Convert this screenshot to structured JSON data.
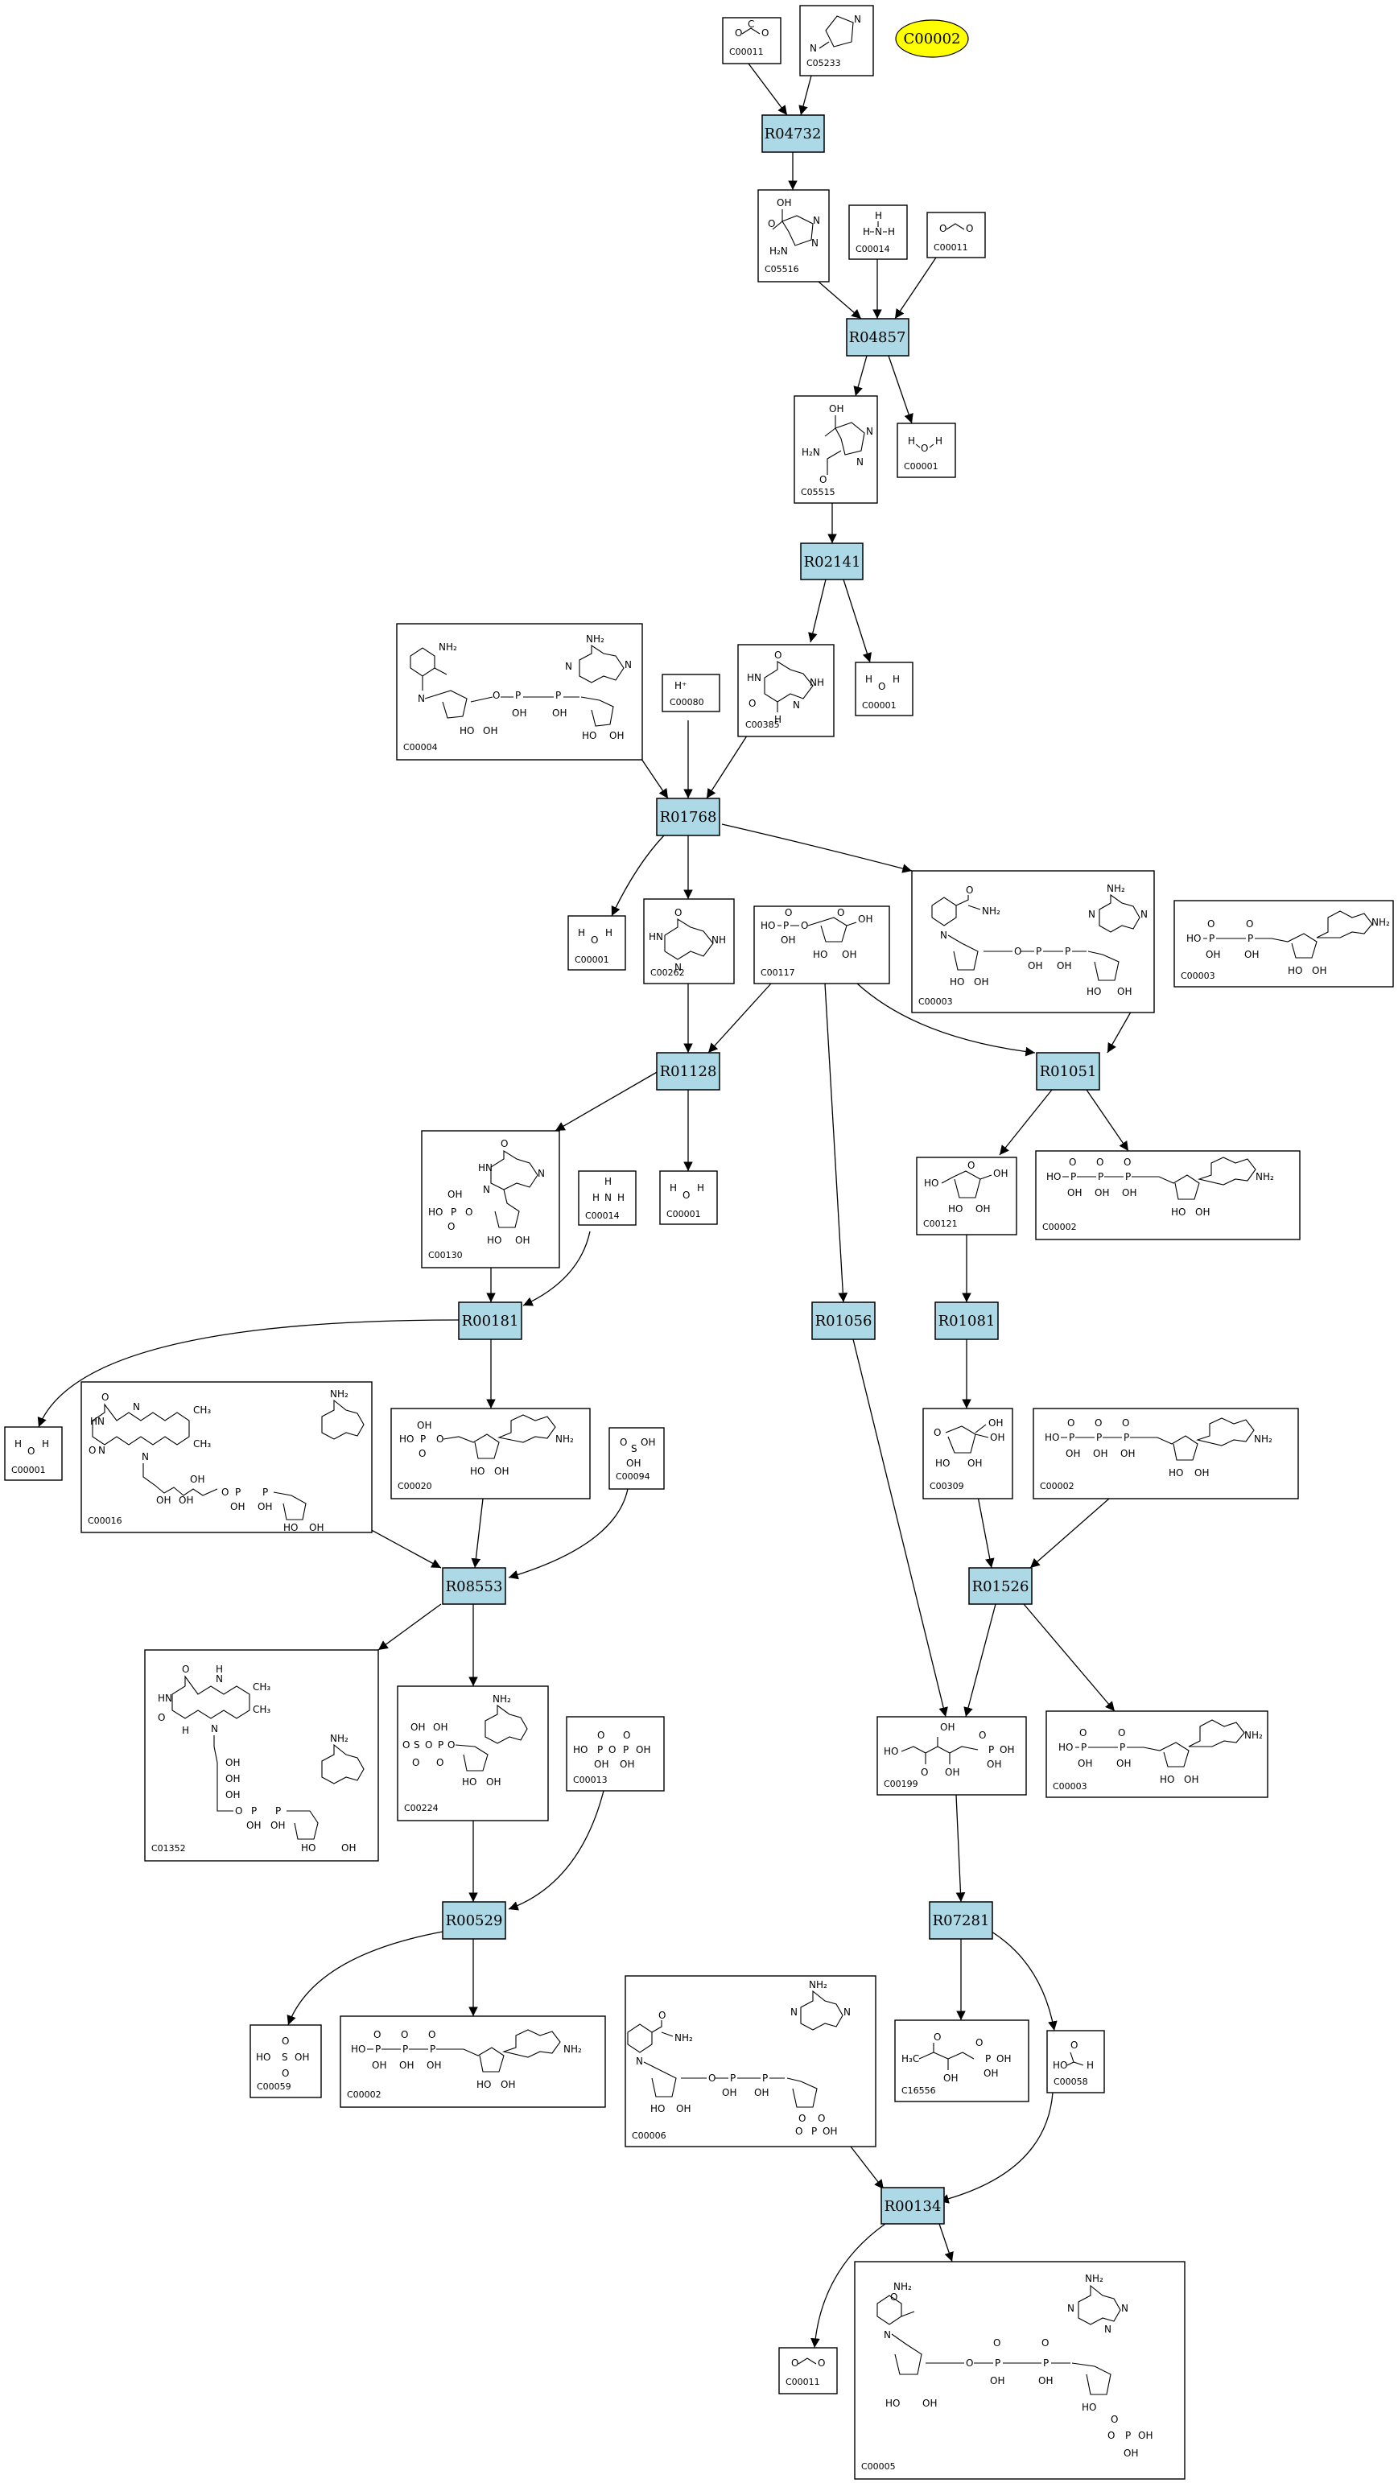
{
  "start_node": {
    "label": "C00002"
  },
  "reactions": [
    {
      "id": "R04732",
      "label": "R04732"
    },
    {
      "id": "R04857",
      "label": "R04857"
    },
    {
      "id": "R02141",
      "label": "R02141"
    },
    {
      "id": "R01768",
      "label": "R01768"
    },
    {
      "id": "R01128",
      "label": "R01128"
    },
    {
      "id": "R01051",
      "label": "R01051"
    },
    {
      "id": "R00181",
      "label": "R00181"
    },
    {
      "id": "R01056",
      "label": "R01056"
    },
    {
      "id": "R01081",
      "label": "R01081"
    },
    {
      "id": "R08553",
      "label": "R08553"
    },
    {
      "id": "R01526",
      "label": "R01526"
    },
    {
      "id": "R00529",
      "label": "R00529"
    },
    {
      "id": "R07281",
      "label": "R07281"
    },
    {
      "id": "R00134",
      "label": "R00134"
    }
  ],
  "compounds": [
    {
      "key": "c1",
      "label": "C00011"
    },
    {
      "key": "c2",
      "label": "C05233"
    },
    {
      "key": "c3",
      "label": "C05516"
    },
    {
      "key": "c4",
      "label": "C00014"
    },
    {
      "key": "c5",
      "label": "C00011"
    },
    {
      "key": "c6",
      "label": "C05515"
    },
    {
      "key": "c7",
      "label": "C00001"
    },
    {
      "key": "c8",
      "label": "C00004"
    },
    {
      "key": "c9",
      "label": "C00080"
    },
    {
      "key": "c10",
      "label": "C00385"
    },
    {
      "key": "c11",
      "label": "C00001"
    },
    {
      "key": "c12",
      "label": "C00001"
    },
    {
      "key": "c13",
      "label": "C00262"
    },
    {
      "key": "c14",
      "label": "C00117"
    },
    {
      "key": "c15",
      "label": "C00003"
    },
    {
      "key": "c16",
      "label": "C00003"
    },
    {
      "key": "c17",
      "label": "C00130"
    },
    {
      "key": "c18",
      "label": "C00014"
    },
    {
      "key": "c19",
      "label": "C00001"
    },
    {
      "key": "c20",
      "label": "C00121"
    },
    {
      "key": "c21",
      "label": "C00002"
    },
    {
      "key": "c22",
      "label": "C00001"
    },
    {
      "key": "c23",
      "label": "C00016"
    },
    {
      "key": "c24",
      "label": "C00020"
    },
    {
      "key": "c25",
      "label": "C00094"
    },
    {
      "key": "c26",
      "label": "C00309"
    },
    {
      "key": "c27",
      "label": "C00002"
    },
    {
      "key": "c28",
      "label": "C01352"
    },
    {
      "key": "c29",
      "label": "C00224"
    },
    {
      "key": "c30",
      "label": "C00013"
    },
    {
      "key": "c31",
      "label": "C00199"
    },
    {
      "key": "c32",
      "label": "C00003"
    },
    {
      "key": "c33",
      "label": "C00059"
    },
    {
      "key": "c34",
      "label": "C00002"
    },
    {
      "key": "c35",
      "label": "C00006"
    },
    {
      "key": "c36",
      "label": "C16556"
    },
    {
      "key": "c37",
      "label": "C00058"
    },
    {
      "key": "c38",
      "label": "C00011"
    },
    {
      "key": "c39",
      "label": "C00005"
    }
  ]
}
